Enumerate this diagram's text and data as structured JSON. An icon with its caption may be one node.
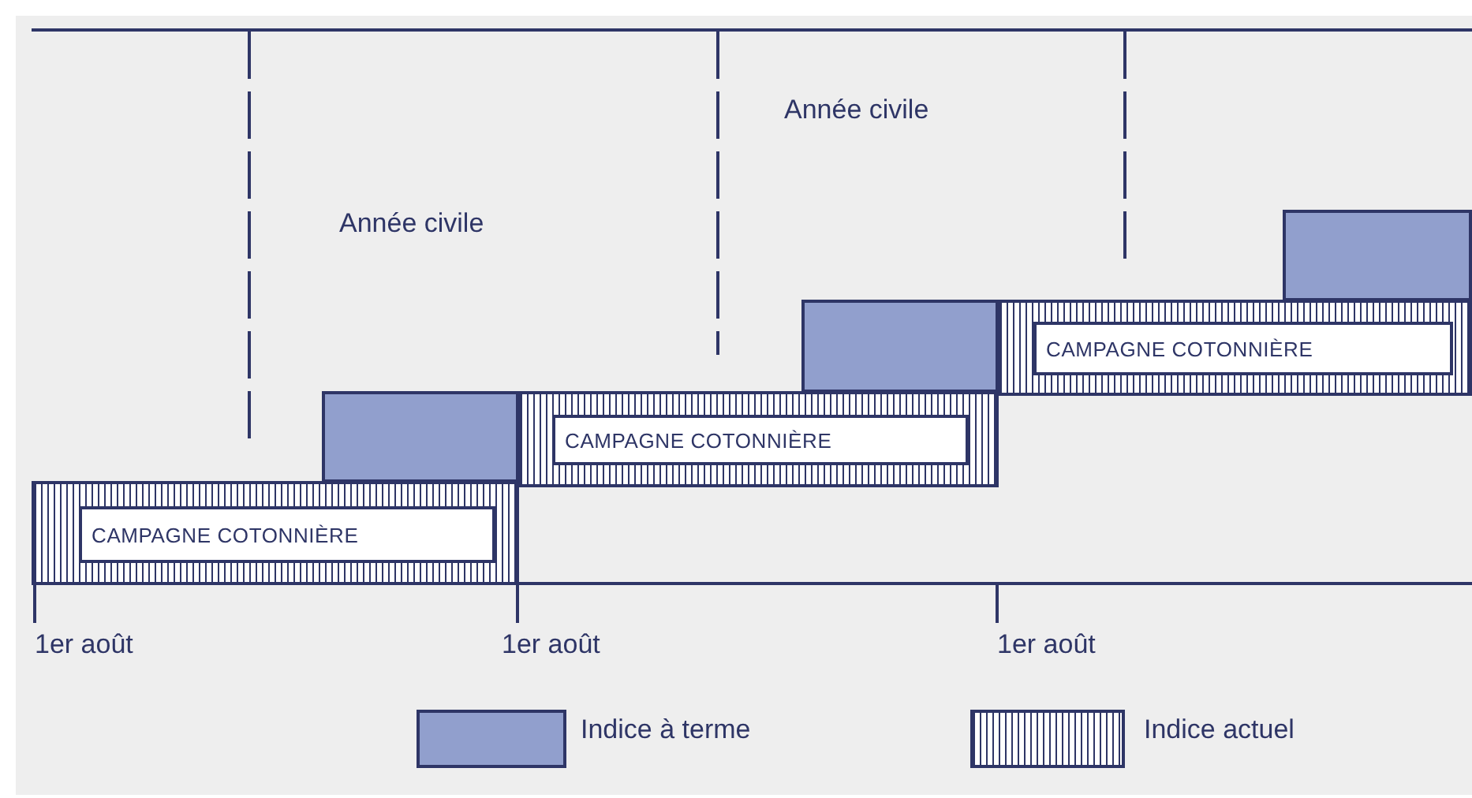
{
  "diagram": {
    "nodes": [
      {
        "text": [
          "CAMPAGNE COTONNIÈRE"
        ]
      },
      {
        "text": [
          "CAMPAGNE COTONNIÈRE"
        ]
      },
      {
        "text": [
          "CAMPAGNE COTONNIÈRE"
        ]
      },
      {
        "text": [],
        "shape": "bar"
      },
      {
        "text": [],
        "shape": "bar"
      },
      {
        "text": [],
        "shape": "bar"
      }
    ],
    "labels": [
      "Année civile",
      "Année civile",
      "1er août",
      "1er août",
      "1er août"
    ],
    "legend": [
      {
        "text": "Indice à terme",
        "color": "#919fcd"
      },
      {
        "text": "Indice actuel"
      }
    ]
  }
}
